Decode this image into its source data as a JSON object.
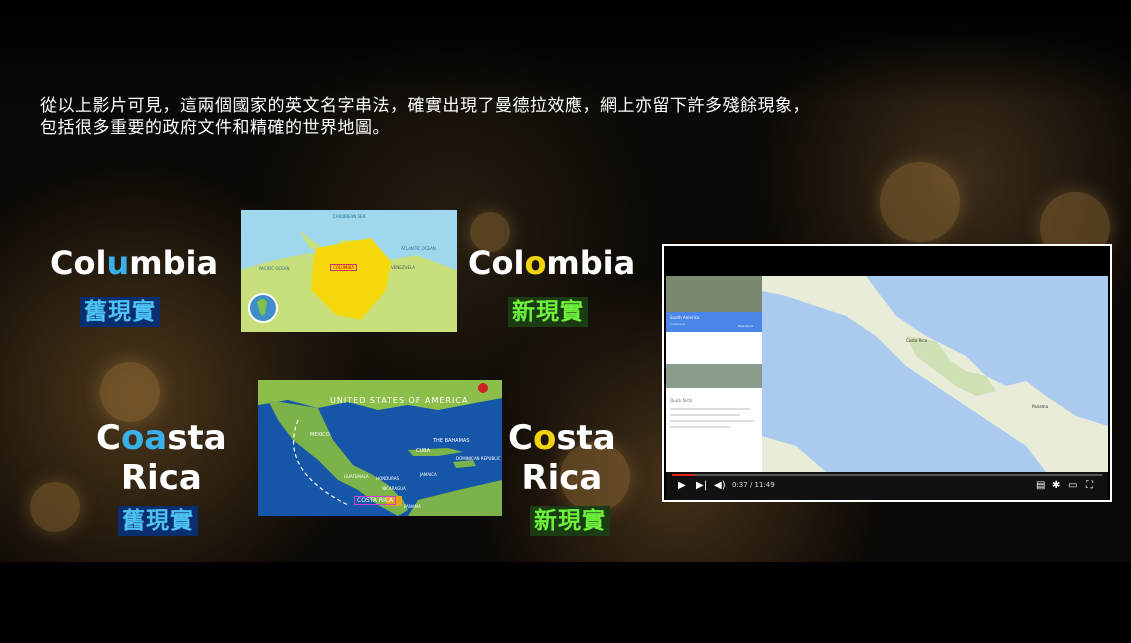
{
  "caption": {
    "line1": "從以上影片可見，這兩個國家的英文名字串法，確實出現了曼德拉效應，網上亦留下許多殘餘現象，",
    "line2": "包括很多重要的政府文件和精確的世界地圖。"
  },
  "colombia_old": {
    "pre": "Col",
    "hl": "u",
    "post": "mbia",
    "badge": "舊現實"
  },
  "colombia_new": {
    "pre": "Col",
    "hl": "o",
    "post": "mbia",
    "badge": "新現實"
  },
  "costa_old": {
    "pre": "C",
    "hl": "oa",
    "post": "sta",
    "line2": "Rica",
    "badge": "舊現實"
  },
  "costa_new": {
    "pre": "C",
    "hl": "o",
    "post": "sta",
    "line2": "Rica",
    "badge": "新現實"
  },
  "map1": {
    "caribbean": "CARIBBEAN SEA",
    "pacific": "PACIFIC OCEAN",
    "atlantic": "ATLANTIC OCEAN",
    "venezuela": "VENEZUELA",
    "country_box": "COLUMBIA"
  },
  "map2": {
    "usa": "UNITED STATES OF AMERICA",
    "mexico": "MEXICO",
    "bahamas": "THE BAHAMAS",
    "cuba": "CUBA",
    "dominican": "DOMINICAN REPUBLIC",
    "jamaica": "JAMAICA",
    "honduras": "HONDURAS",
    "guatemala": "GUATEMALA",
    "nicaragua": "NICARAGUA",
    "costarica": "COSTA RICA",
    "panama": "PANAMA"
  },
  "video": {
    "timecode": "0:37 / 11:49",
    "gm_title": "South America",
    "gm_subtitle": "Continent",
    "gm_directions": "Directions",
    "gm_quickfacts": "Quick facts",
    "map_costarica": "Costa Rica",
    "map_panama": "Panama",
    "progress": 0.052
  },
  "colors": {
    "highlight_yellow": "#f3d20f",
    "highlight_blue": "#39b0ea",
    "old_badge_bg": "#0b2e6e",
    "new_badge_bg": "#1b3b12"
  }
}
